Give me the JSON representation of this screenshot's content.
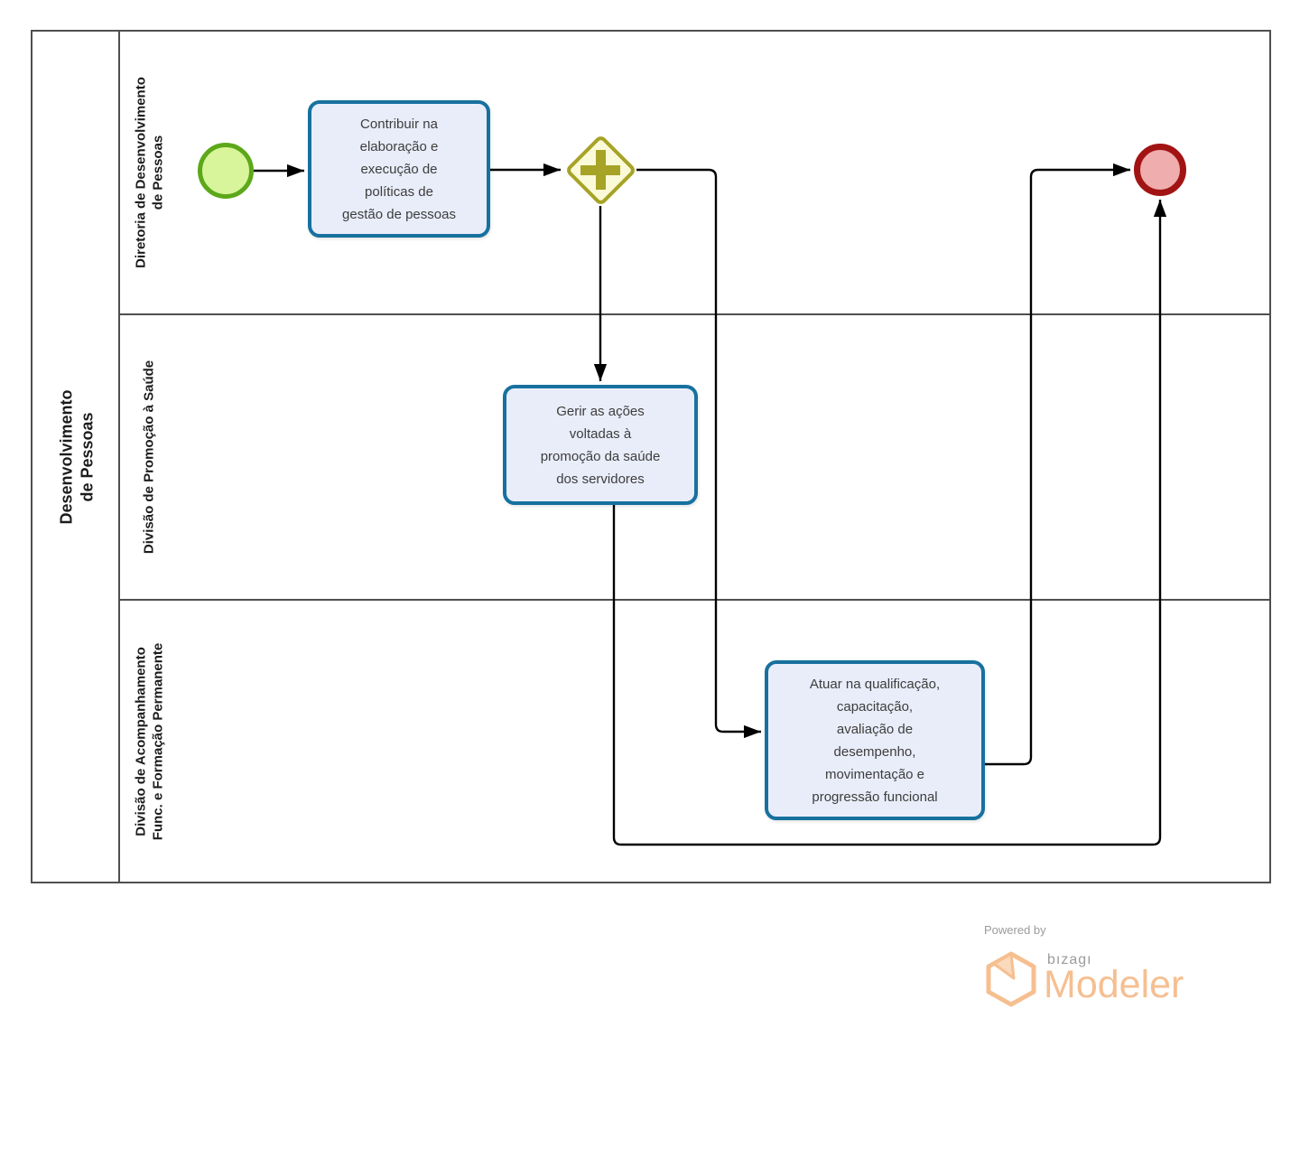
{
  "diagram": {
    "pool_title": "Desenvolvimento de Pessoas",
    "lanes": [
      {
        "label": "Diretoria de Desenvolvimento\nde Pessoas"
      },
      {
        "label": "Divisão de Promoção à Saúde"
      },
      {
        "label": "Divisão de Acompanhamento\nFunc. e Formação Permanente"
      }
    ],
    "nodes": {
      "start_event": {
        "type": "start-event"
      },
      "task_policies": {
        "label": "Contribuir na\nelaboração e\nexecução de\npolíticas de\ngestão de pessoas"
      },
      "parallel_gateway": {
        "type": "parallel-gateway"
      },
      "task_health": {
        "label": "Gerir as ações\nvoltadas à\npromoção da saúde\ndos servidores"
      },
      "task_qualification": {
        "label": "Atuar na qualificação,\ncapacitação,\navaliação de\ndesempenho,\nmovimentação e\nprogressão funcional"
      },
      "end_event": {
        "type": "end-event"
      }
    }
  },
  "footer": {
    "powered_by": "Powered by",
    "brand": "bızagı",
    "product": "Modeler"
  },
  "colors": {
    "task_border": "#17719F",
    "task_fill": "#E9EDF9",
    "task_text": "#3D3D3D",
    "start_border": "#5CA81A",
    "start_fill": "#D8F59B",
    "end_border": "#A21414",
    "end_fill": "#F0ADAD",
    "gateway_border": "#A6A326",
    "gateway_fill": "#FAFAD8",
    "lane_border": "#4F4F4F",
    "brand_orange": "#F6BF90",
    "brand_gray": "#9B9B9B"
  }
}
